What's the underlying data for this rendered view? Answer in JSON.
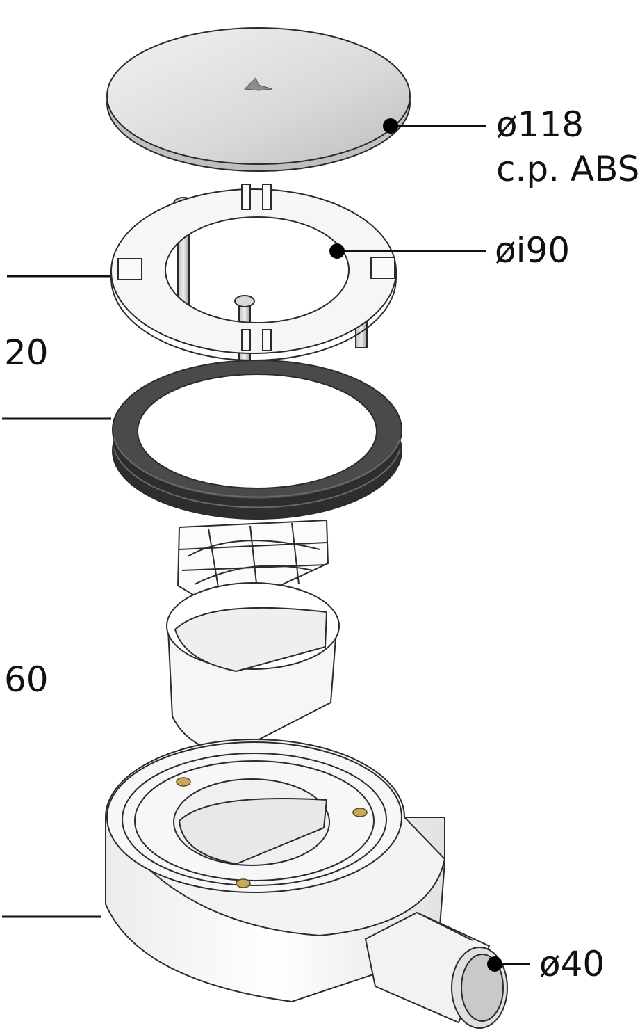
{
  "labels": {
    "cover_diameter": "ø118",
    "cover_material": "c.p. ABS",
    "ring_inner": "øi90",
    "outlet": "ø40",
    "dim_top": "20",
    "dim_bottom": "60"
  },
  "colors": {
    "outline": "#2b2b2b",
    "cover": "#e6e6e6",
    "plastic": "#f4f4f4",
    "gasket": "#3a3a3a",
    "brass": "#c8a85a"
  }
}
